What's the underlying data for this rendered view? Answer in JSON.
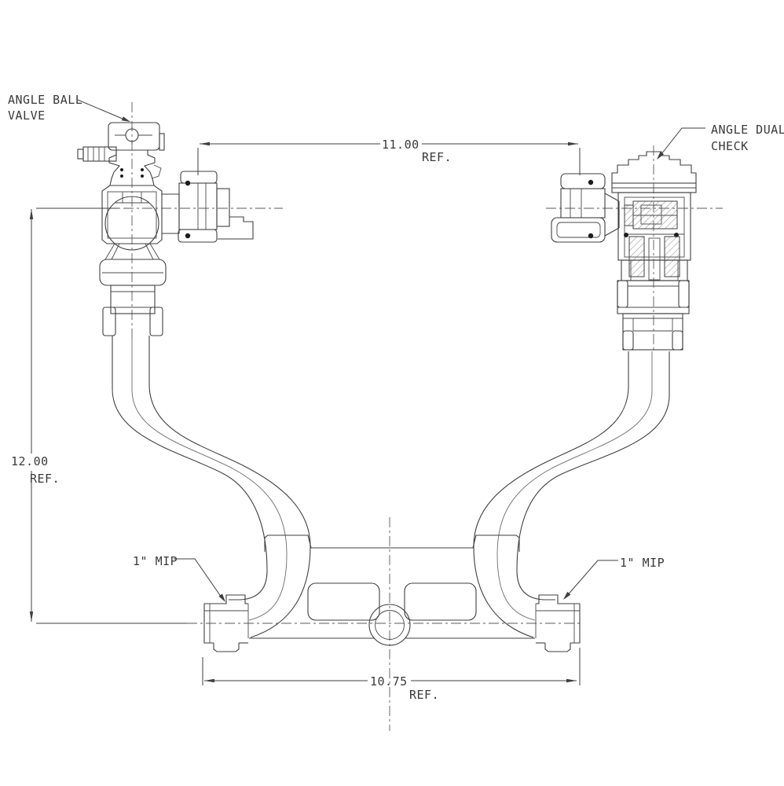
{
  "drawing": {
    "background": "#ffffff",
    "line_color": "#3f3f3f",
    "labels": {
      "angle_ball_valve_line1": "ANGLE BALL",
      "angle_ball_valve_line2": "VALVE",
      "angle_dual_check_line1": "ANGLE DUAL",
      "angle_dual_check_line2": "CHECK",
      "mip_left": "1\" MIP",
      "mip_right": "1\" MIP"
    },
    "dimensions": {
      "width_top_value": "11.00",
      "width_top_ref": "REF.",
      "height_left_value": "12.00",
      "height_left_ref": "REF.",
      "width_bottom_value": "10.75",
      "width_bottom_ref": "REF."
    }
  }
}
